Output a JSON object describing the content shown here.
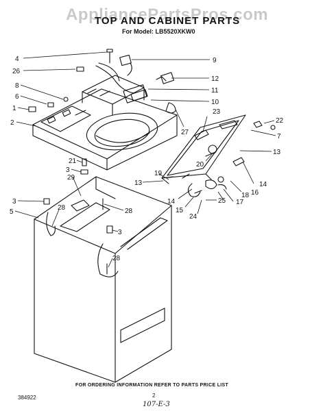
{
  "watermark": "AppliancePartsPros.com",
  "title": "TOP AND CABINET PARTS",
  "subtitle": "For Model: LB5520XKW0",
  "footer_note": "FOR ORDERING INFORMATION REFER TO PARTS PRICE LIST",
  "doc_number": "384922",
  "page_number": "2",
  "handwritten_note": "107-E-3",
  "callouts": [
    {
      "id": "c4",
      "label": "4"
    },
    {
      "id": "c26",
      "label": "26"
    },
    {
      "id": "c8",
      "label": "8"
    },
    {
      "id": "c6",
      "label": "6"
    },
    {
      "id": "c1",
      "label": "1"
    },
    {
      "id": "c2",
      "label": "2"
    },
    {
      "id": "c21",
      "label": "21"
    },
    {
      "id": "c3a",
      "label": "3"
    },
    {
      "id": "c29",
      "label": "29"
    },
    {
      "id": "c3b",
      "label": "3"
    },
    {
      "id": "c5",
      "label": "5"
    },
    {
      "id": "c28a",
      "label": "28"
    },
    {
      "id": "c28b",
      "label": "28"
    },
    {
      "id": "c3c",
      "label": "3"
    },
    {
      "id": "c28c",
      "label": "28"
    },
    {
      "id": "c9",
      "label": "9"
    },
    {
      "id": "c12",
      "label": "12"
    },
    {
      "id": "c11",
      "label": "11"
    },
    {
      "id": "c10",
      "label": "10"
    },
    {
      "id": "c23",
      "label": "23"
    },
    {
      "id": "c27",
      "label": "27"
    },
    {
      "id": "c22",
      "label": "22"
    },
    {
      "id": "c7",
      "label": "7"
    },
    {
      "id": "c13a",
      "label": "13"
    },
    {
      "id": "c20",
      "label": "20"
    },
    {
      "id": "c19",
      "label": "19"
    },
    {
      "id": "c13b",
      "label": "13"
    },
    {
      "id": "c14a",
      "label": "14"
    },
    {
      "id": "c14b",
      "label": "14"
    },
    {
      "id": "c16",
      "label": "16"
    },
    {
      "id": "c18",
      "label": "18"
    },
    {
      "id": "c17",
      "label": "17"
    },
    {
      "id": "c25",
      "label": "25"
    },
    {
      "id": "c15",
      "label": "15"
    },
    {
      "id": "c24",
      "label": "24"
    }
  ]
}
